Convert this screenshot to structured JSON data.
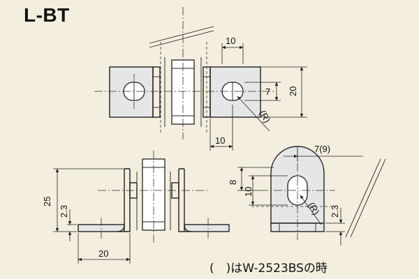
{
  "title": "L-BT",
  "note": "(　)はW-2523BSの時",
  "dimensions": {
    "top_width": "10",
    "top_slot": "7",
    "top_height": "20",
    "top_radius": "(R)",
    "top_bottom_width": "10",
    "front_height": "25",
    "front_thickness": "2.3",
    "front_base": "20",
    "side_offset": "7(9)",
    "side_8": "8",
    "side_10": "10",
    "side_radius": "(R)",
    "side_thickness": "2.3"
  }
}
